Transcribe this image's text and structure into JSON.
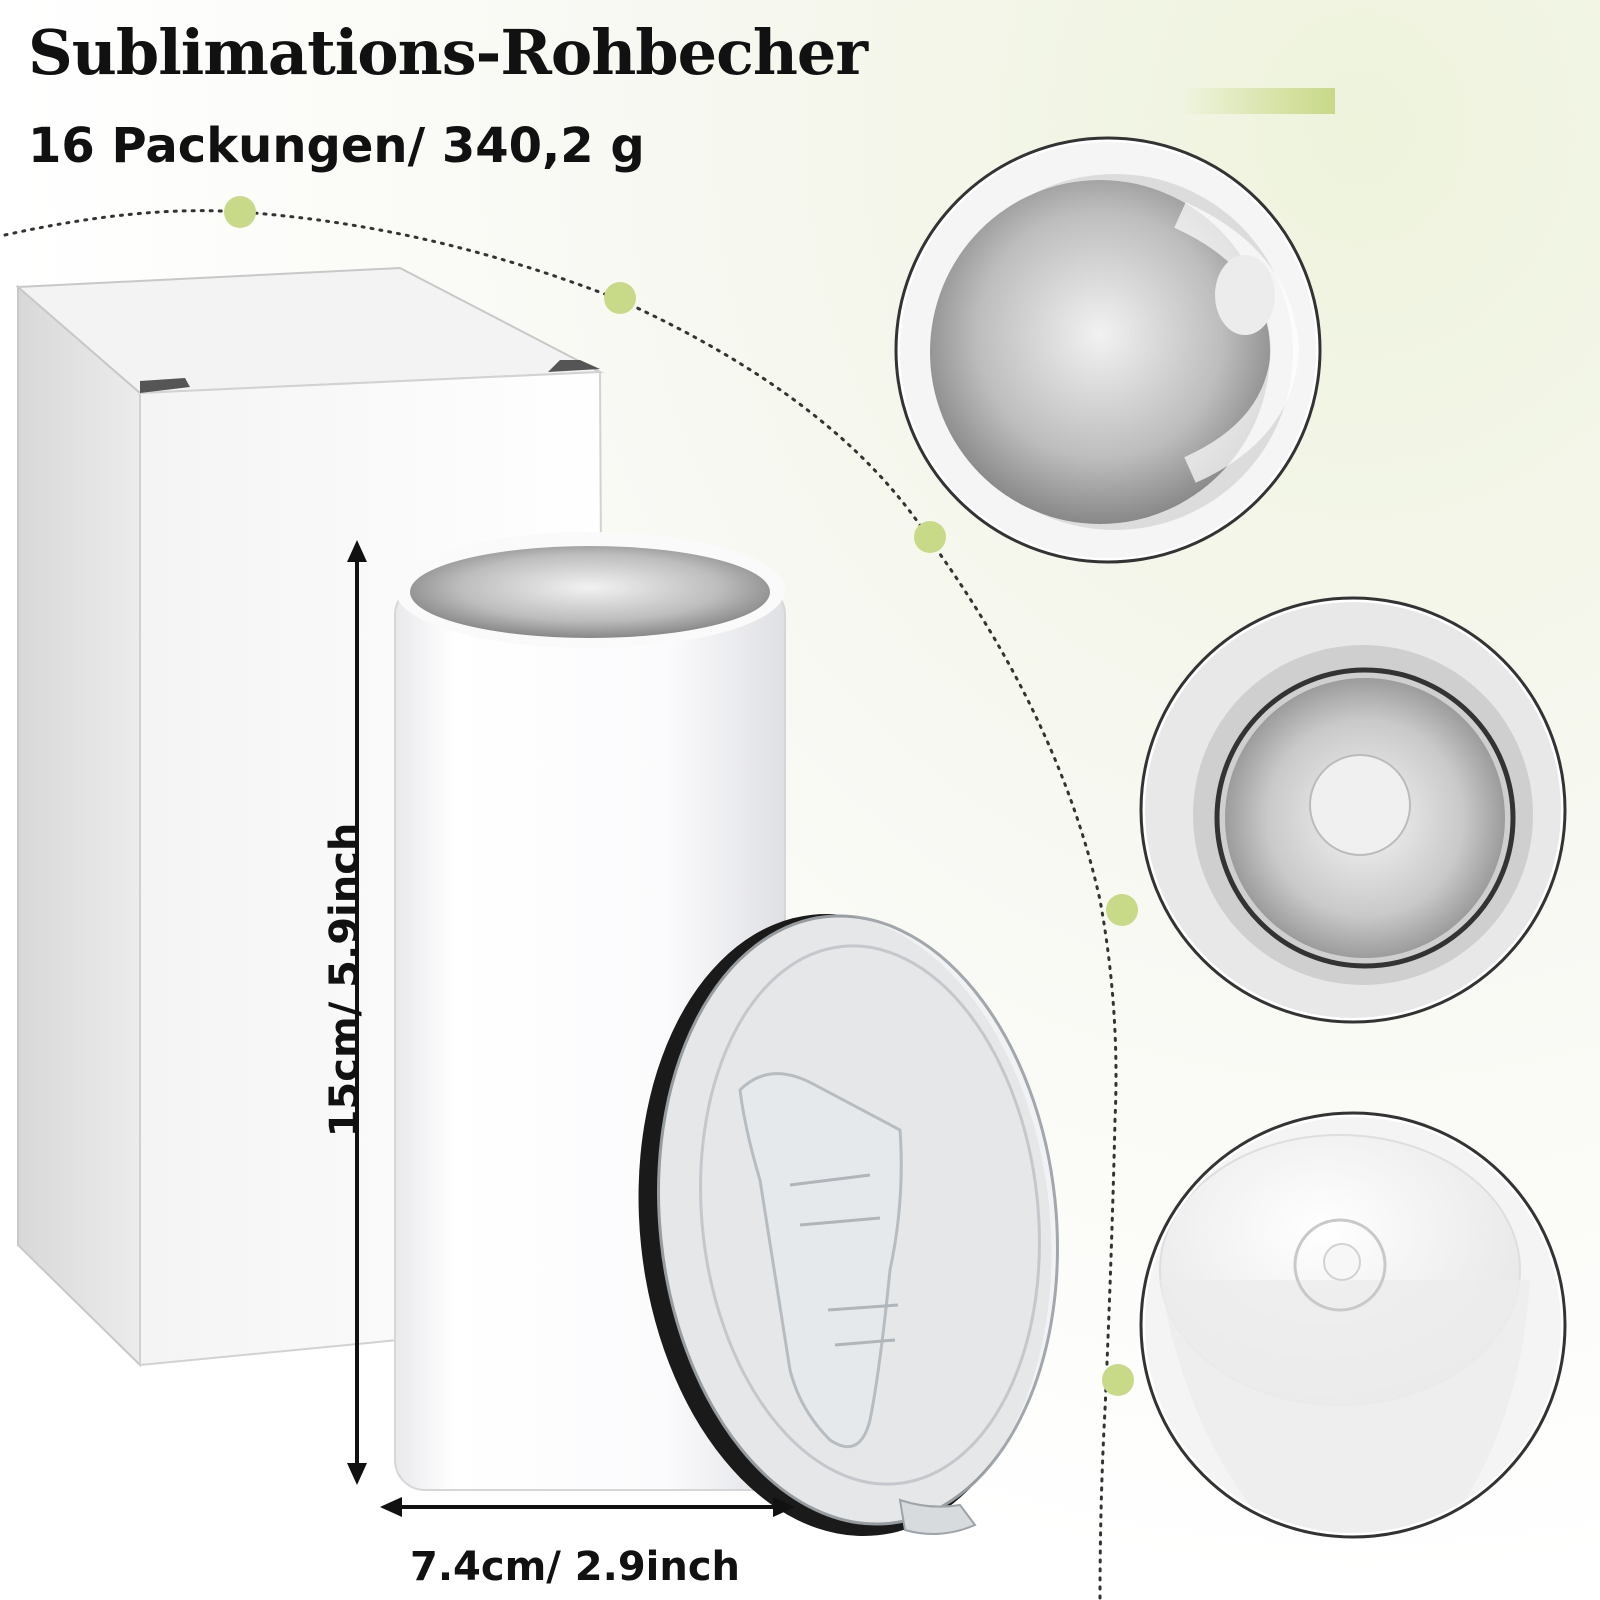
{
  "header": {
    "title": "Sublimations-Rohbecher",
    "subtitle": "16 Packungen/ 340,2 g"
  },
  "dimensions": {
    "height_label": "15cm/ 5.9inch",
    "width_label": "7.4cm/ 2.9inch"
  },
  "colors": {
    "accent": "#c8d987",
    "dot_line": "#333333",
    "text": "#111111"
  }
}
